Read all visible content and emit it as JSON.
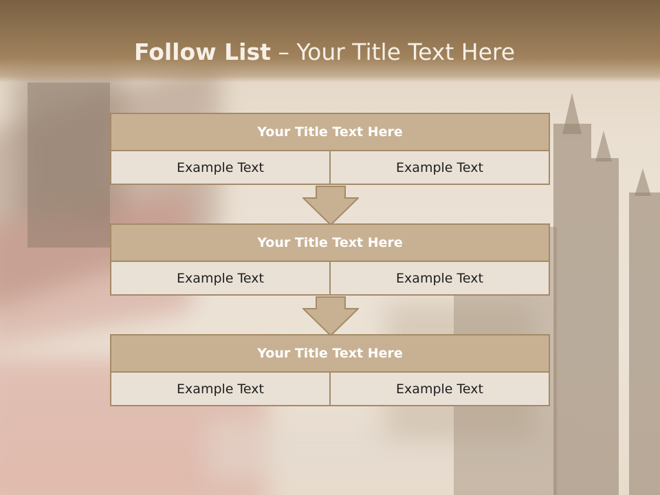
{
  "slide": {
    "title_bold": "Follow List",
    "title_rest": " – Your Title Text Here"
  },
  "blocks": [
    {
      "heading": "Your Title Text Here",
      "left": "Example Text",
      "right": "Example Text"
    },
    {
      "heading": "Your Title Text Here",
      "left": "Example Text",
      "right": "Example Text"
    },
    {
      "heading": "Your Title Text Here",
      "left": "Example Text",
      "right": "Example Text"
    }
  ],
  "colors": {
    "title_band": "#8a6d4c",
    "block_header": "#c8b193",
    "block_cell": "#e9e1d6",
    "border": "#a48a67"
  },
  "icons": [
    "down-arrow-icon",
    "down-arrow-icon"
  ]
}
